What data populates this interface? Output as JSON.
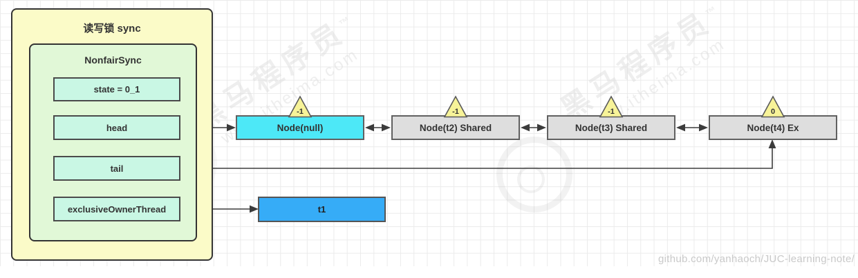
{
  "sync_panel": {
    "title": "读写锁 sync",
    "class_box": {
      "title": "NonfairSync",
      "fields": [
        {
          "label": "state = 0_1"
        },
        {
          "label": "head"
        },
        {
          "label": "tail"
        },
        {
          "label": "exclusiveOwnerThread"
        }
      ]
    }
  },
  "queue": {
    "nodes": [
      {
        "label": "Node(null)",
        "wait_status": "-1"
      },
      {
        "label": "Node(t2) Shared",
        "wait_status": "-1"
      },
      {
        "label": "Node(t3) Shared",
        "wait_status": "-1"
      },
      {
        "label": "Node(t4) Ex",
        "wait_status": "0"
      }
    ]
  },
  "owner_thread": {
    "label": "t1"
  },
  "watermark": {
    "brand": "黑马程序员",
    "trademark": "™",
    "site": "www.itheima.com"
  },
  "footer": {
    "credit": "github.com/yanhaoch/JUC-learning-note/"
  },
  "colors": {
    "outer_box_fill": "#fbfbc8",
    "inner_box_fill": "#e1f8d7",
    "field_fill": "#c9f7e4",
    "head_node_fill": "#4de8f7",
    "queue_node_fill": "#dedede",
    "wait_status_triangle_fill": "#f7f398",
    "thread_fill": "#36acf7",
    "arrow": "#3b3b3b"
  }
}
